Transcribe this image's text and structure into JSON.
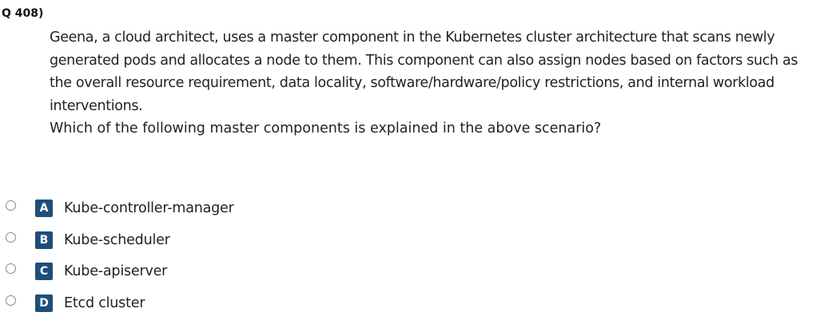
{
  "question": {
    "number": "Q 408)",
    "stem": "Geena, a cloud architect, uses a master component in the Kubernetes cluster architecture that scans newly generated pods and allocates a node to them. This component can also assign nodes based on factors such as the overall resource requirement, data locality, software/hardware/policy restrictions, and internal workload interventions.",
    "prompt": "Which of the following master components is explained in the above scenario?"
  },
  "options": [
    {
      "letter": "A",
      "text": "Kube-controller-manager"
    },
    {
      "letter": "B",
      "text": "Kube-scheduler"
    },
    {
      "letter": "C",
      "text": "Kube-apiserver"
    },
    {
      "letter": "D",
      "text": "Etcd cluster"
    }
  ],
  "colors": {
    "letter_badge_bg": "#1f4e79",
    "letter_badge_fg": "#ffffff",
    "text": "#222222",
    "radio_border": "#8a8a8a"
  }
}
